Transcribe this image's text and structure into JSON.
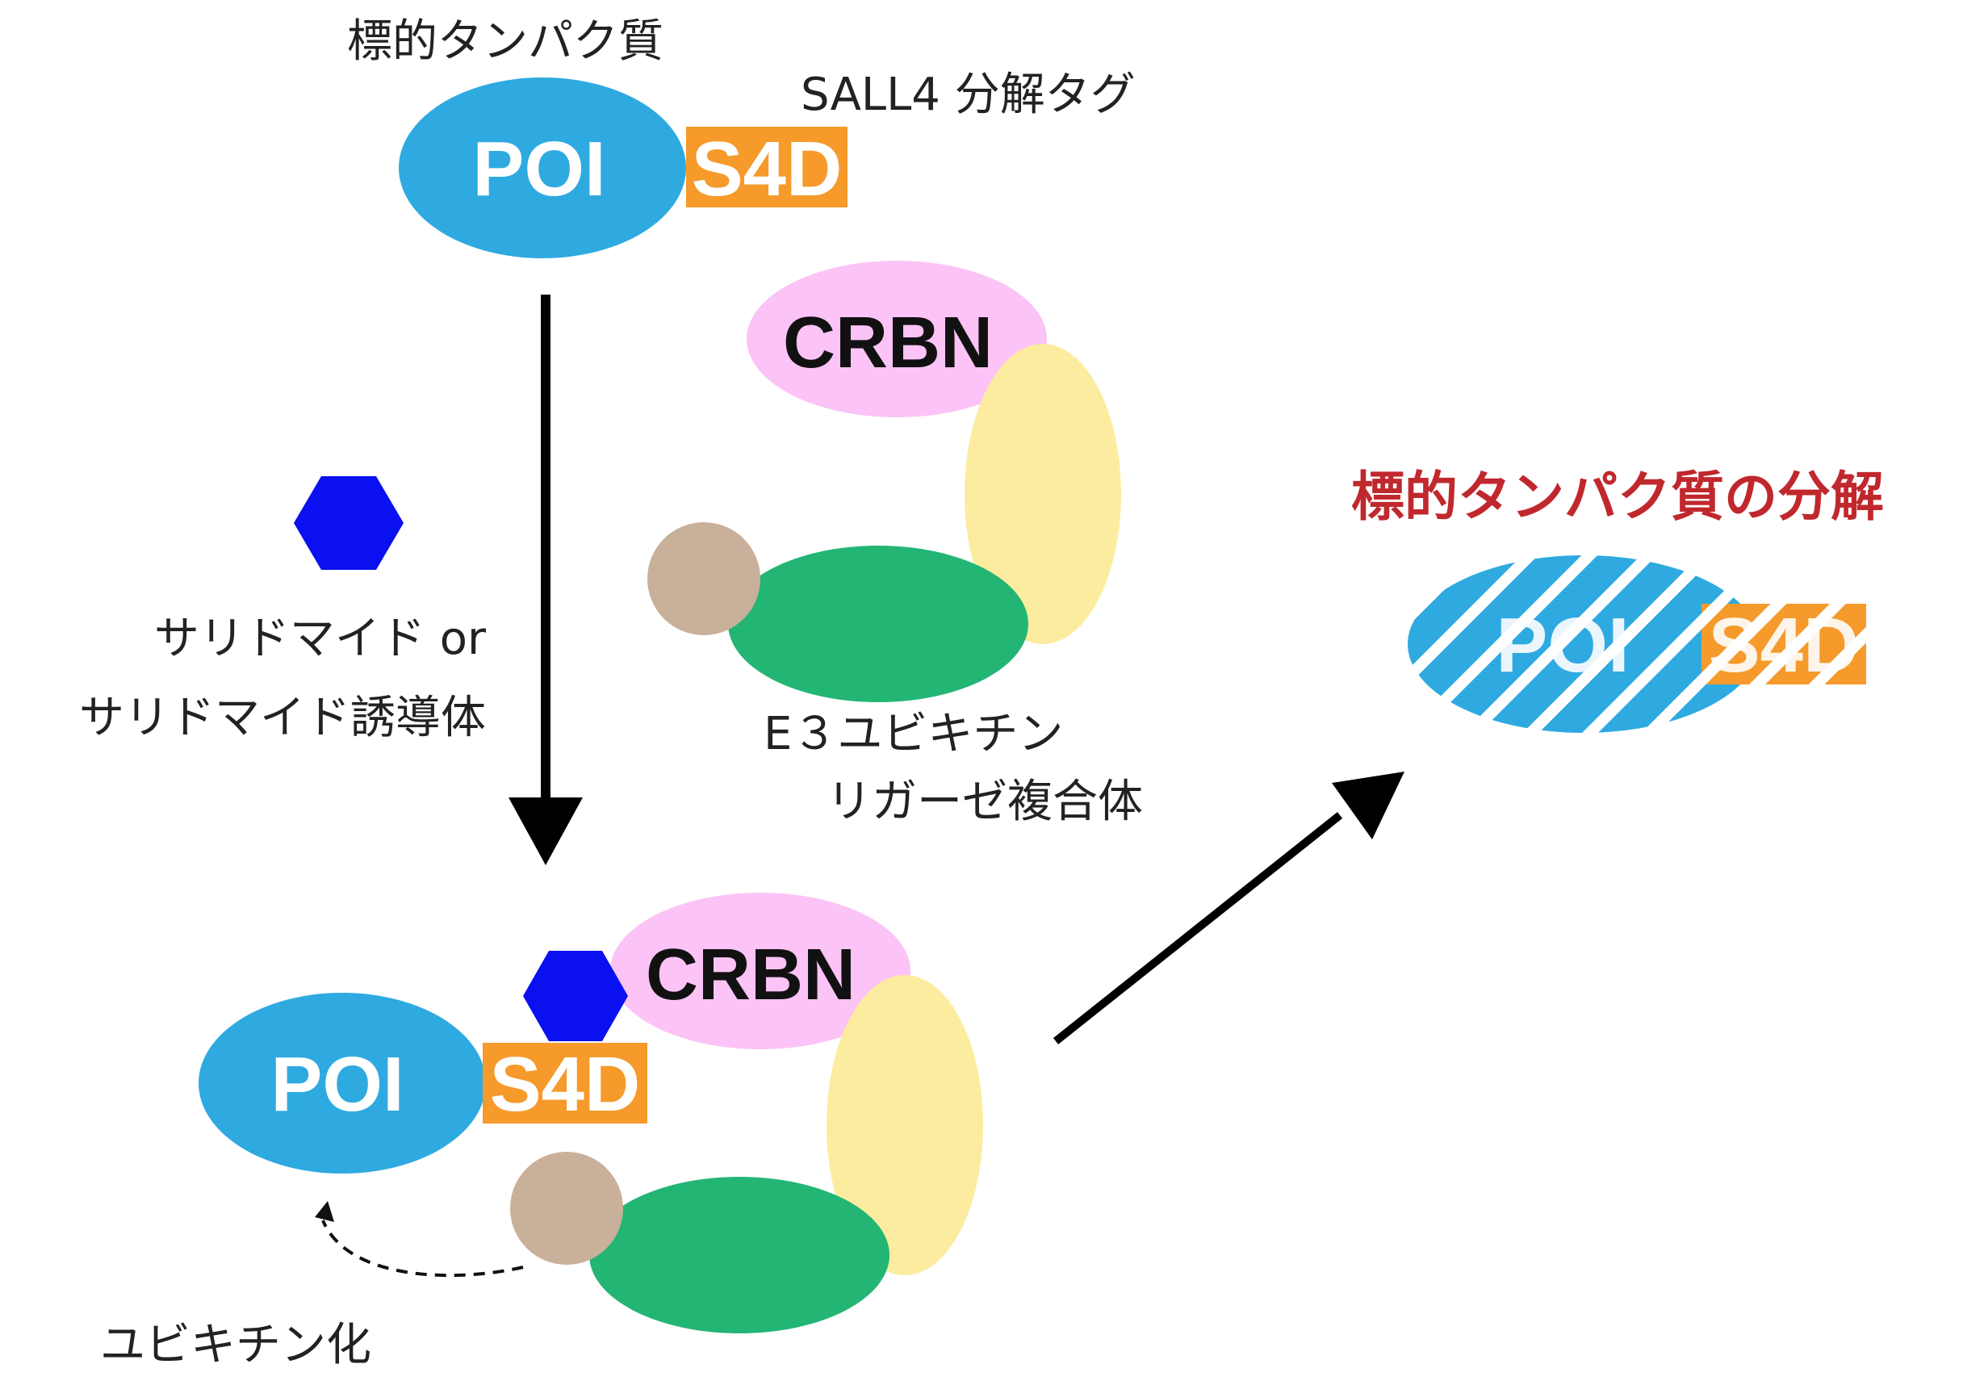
{
  "colors": {
    "poi": "#2eaae1",
    "tag": "#f59a2b",
    "crbn": "#fbc3f6",
    "yellow": "#fcec9f",
    "green": "#23b574",
    "tan": "#c8b09a",
    "hexagon": "#0a10f0",
    "arrow": "#000000",
    "degraded_title": "#c0282d"
  },
  "labels": {
    "target_protein": "標的タンパク質",
    "sall4_tag": "SALL4 分解タグ",
    "poi": "POI",
    "s4d": "S4D",
    "crbn": "CRBN",
    "thalidomide_line1": "サリドマイド or",
    "thalidomide_line2": "サリドマイド誘導体",
    "e3_line1": "E３ユビキチン",
    "e3_line2": "リガーゼ複合体",
    "degradation_title": "標的タンパク質の分解",
    "ubiquitination": "ユビキチン化"
  }
}
